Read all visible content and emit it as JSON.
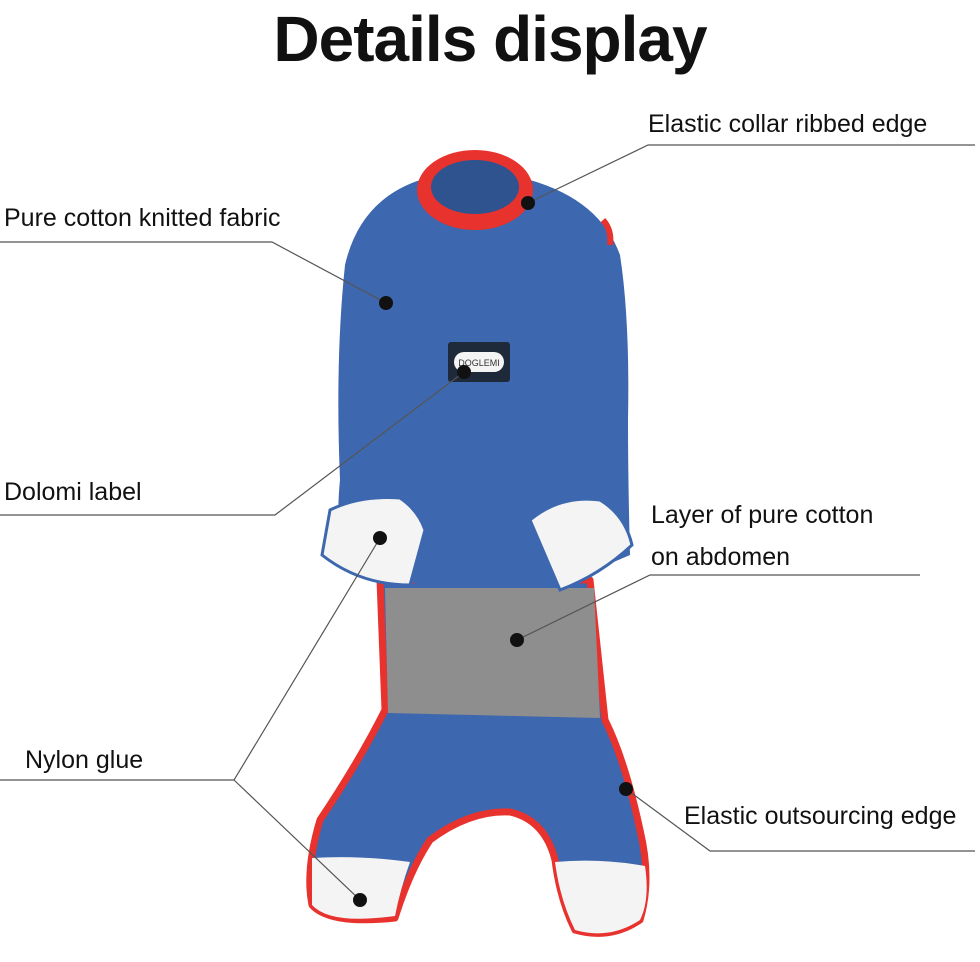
{
  "title": "Details display",
  "callouts": {
    "collar": "Elastic collar ribbed edge",
    "fabric": "Pure cotton knitted fabric",
    "label": "Dolomi label",
    "abdomen_line1": "Layer of pure cotton",
    "abdomen_line2": "on abdomen",
    "nylon": "Nylon glue",
    "outsourcing": "Elastic outsourcing edge"
  },
  "badge_text": "DOGLEMI",
  "colors": {
    "body_blue": "#3d67ae",
    "trim_red": "#e8322e",
    "belly_gray": "#8e8e8e",
    "patch_white": "#f4f4f4",
    "line": "#555555"
  }
}
